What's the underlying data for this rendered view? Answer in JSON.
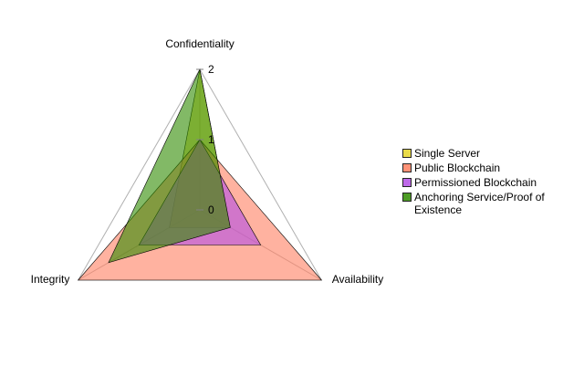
{
  "chart_data": {
    "type": "radar",
    "axes": [
      "Confidentiality",
      "Availability",
      "Integrity"
    ],
    "range": [
      0,
      2
    ],
    "tick_labels": [
      "0",
      "1",
      "2"
    ],
    "grid": true,
    "legend_position": "right",
    "series": [
      {
        "name": "Single Server",
        "values": [
          2,
          0.5,
          0.5
        ],
        "color": "#e6d52a"
      },
      {
        "name": "Public Blockchain",
        "values": [
          1,
          2,
          2
        ],
        "color": "#ff7f60"
      },
      {
        "name": "Permissioned Blockchain",
        "values": [
          1,
          1,
          1
        ],
        "color": "#b34fe6"
      },
      {
        "name": "Anchoring Service/Proof of Existence",
        "values": [
          2,
          0.5,
          1.5
        ],
        "color": "#2e8b00"
      }
    ]
  }
}
